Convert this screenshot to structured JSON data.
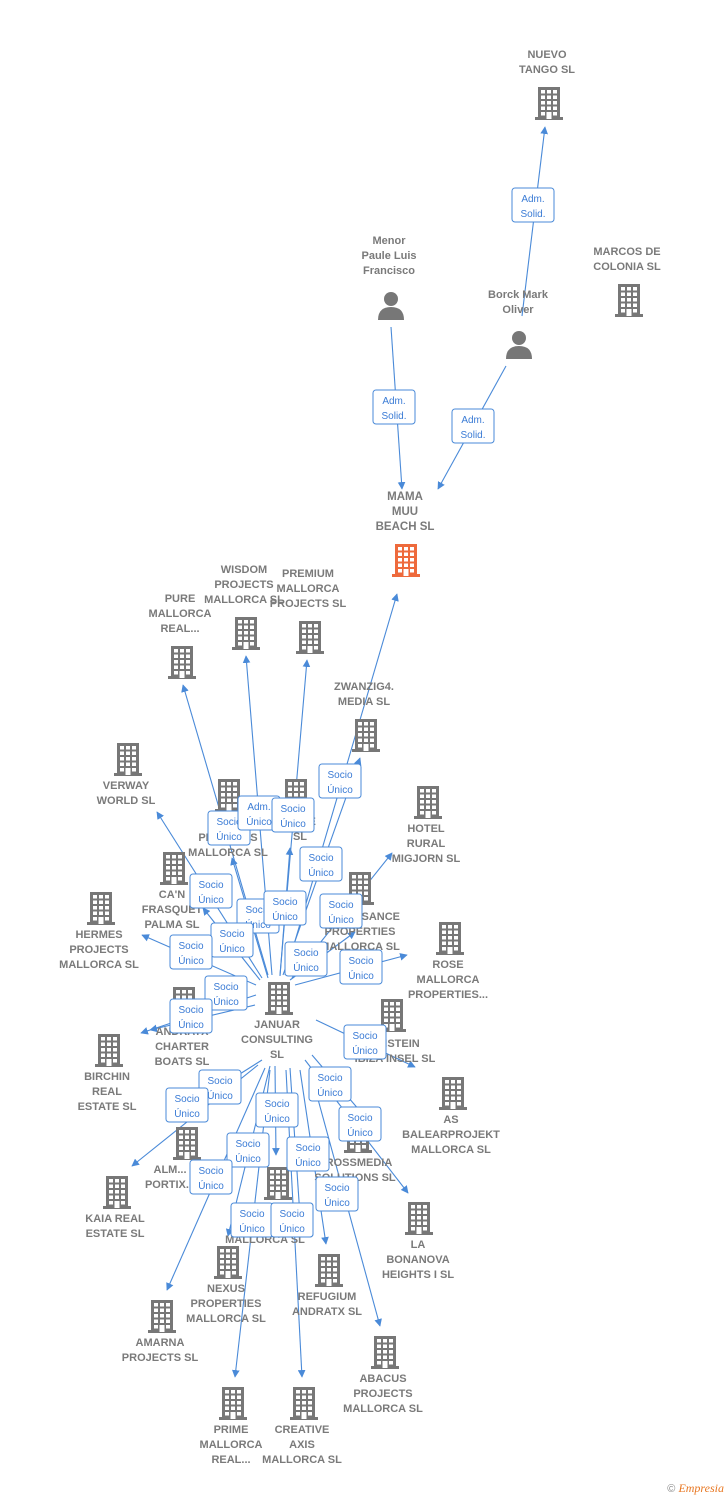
{
  "colors": {
    "edge": "#4a8ad8",
    "building": "#777777",
    "main": "#ee6a3c",
    "person": "#777777"
  },
  "nodes": [
    {
      "id": "nuevo",
      "type": "company",
      "lines": [
        "NUEVO",
        "TANGO SL"
      ]
    },
    {
      "id": "marcos",
      "type": "company",
      "lines": [
        "MARCOS DE",
        "COLONIA SL"
      ]
    },
    {
      "id": "menor",
      "type": "person",
      "lines": [
        "Menor",
        "Paule Luis",
        "Francisco"
      ]
    },
    {
      "id": "borck",
      "type": "person",
      "lines": [
        "Borck Mark",
        "Oliver"
      ]
    },
    {
      "id": "mama",
      "type": "main",
      "lines": [
        "MAMA",
        "MUU",
        "BEACH  SL"
      ]
    },
    {
      "id": "wisdom",
      "type": "company",
      "lines": [
        "WISDOM",
        "PROJECTS",
        "MALLORCA  SL"
      ]
    },
    {
      "id": "premium",
      "type": "company",
      "lines": [
        "PREMIUM",
        "MALLORCA",
        "PROJECTS  SL"
      ]
    },
    {
      "id": "pure",
      "type": "company",
      "lines": [
        "PURE",
        "MALLORCA",
        "REAL..."
      ]
    },
    {
      "id": "zwanzig",
      "type": "company",
      "lines": [
        "ZWANZIG4.",
        "MEDIA  SL"
      ]
    },
    {
      "id": "verway",
      "type": "company",
      "lines": [
        "VERWAY",
        "WORLD  SL"
      ]
    },
    {
      "id": "hotel",
      "type": "company",
      "lines": [
        "HOTEL",
        "RURAL",
        "MIGJORN  SL"
      ]
    },
    {
      "id": "inpro",
      "type": "company",
      "lines": [
        "IN",
        "PROJECTS",
        "MALLORCA  SL"
      ]
    },
    {
      "id": "sense",
      "type": "company",
      "lines": [
        "...NSE",
        "SL"
      ]
    },
    {
      "id": "canfr",
      "type": "company",
      "lines": [
        "CA'N",
        "FRASQUET",
        "PALMA  SL"
      ]
    },
    {
      "id": "renais",
      "type": "company",
      "lines": [
        "RENAISSANCE",
        "PROPERTIES",
        "MALLORCA  SL"
      ]
    },
    {
      "id": "hermes",
      "type": "company",
      "lines": [
        "HERMES",
        "PROJECTS",
        "MALLORCA  SL"
      ]
    },
    {
      "id": "rose",
      "type": "company",
      "lines": [
        "ROSE",
        "MALLORCA",
        "PROPERTIES..."
      ]
    },
    {
      "id": "andratx",
      "type": "company",
      "lines": [
        "ANDRATX",
        "CHARTER",
        "BOATS  SL"
      ]
    },
    {
      "id": "januar",
      "type": "company",
      "lines": [
        "JANUAR",
        "CONSULTING",
        "SL"
      ]
    },
    {
      "id": "stein",
      "type": "company",
      "lines": [
        "...NSTEIN",
        "IBIZA INSEL  SL"
      ]
    },
    {
      "id": "birchin",
      "type": "company",
      "lines": [
        "BIRCHIN",
        "REAL",
        "ESTATE  SL"
      ]
    },
    {
      "id": "as",
      "type": "company",
      "lines": [
        "AS",
        "BALEARPROJEKT",
        "MALLORCA  SL"
      ]
    },
    {
      "id": "alma",
      "type": "company",
      "lines": [
        "ALM...",
        "PORTIX..."
      ]
    },
    {
      "id": "crossm",
      "type": "company",
      "lines": [
        "CROSSMEDIA",
        "SOLUTIONS  SL"
      ]
    },
    {
      "id": "kaia",
      "type": "company",
      "lines": [
        "KAIA REAL",
        "ESTATE  SL"
      ]
    },
    {
      "id": "mall",
      "type": "company",
      "lines": [
        "MALLORCA  SL"
      ]
    },
    {
      "id": "labon",
      "type": "company",
      "lines": [
        "LA",
        "BONANOVA",
        "HEIGHTS I  SL"
      ]
    },
    {
      "id": "nexus",
      "type": "company",
      "lines": [
        "NEXUS",
        "PROPERTIES",
        "MALLORCA  SL"
      ]
    },
    {
      "id": "refug",
      "type": "company",
      "lines": [
        "REFUGIUM",
        "ANDRATX  SL"
      ]
    },
    {
      "id": "amarna",
      "type": "company",
      "lines": [
        "AMARNA",
        "PROJECTS  SL"
      ]
    },
    {
      "id": "abacus",
      "type": "company",
      "lines": [
        "ABACUS",
        "PROJECTS",
        "MALLORCA  SL"
      ]
    },
    {
      "id": "prime",
      "type": "company",
      "lines": [
        "PRIME",
        "MALLORCA",
        "REAL..."
      ]
    },
    {
      "id": "creative",
      "type": "company",
      "lines": [
        "CREATIVE",
        "AXIS",
        "MALLORCA  SL"
      ]
    }
  ],
  "edges": [
    {
      "from": "borck",
      "to": "nuevo",
      "label": [
        "Adm.",
        "Solid."
      ]
    },
    {
      "from": "menor",
      "to": "mama",
      "label": [
        "Adm.",
        "Solid."
      ]
    },
    {
      "from": "borck",
      "to": "mama",
      "label": [
        "Adm.",
        "Solid."
      ]
    },
    {
      "from": "januar",
      "to": "mama",
      "label": [
        "Socio",
        "Único"
      ]
    },
    {
      "from": "januar",
      "to": "pure",
      "label": [
        "Socio",
        "Único"
      ]
    },
    {
      "from": "januar",
      "to": "wisdom",
      "label": [
        "Adm.",
        "Único"
      ]
    },
    {
      "from": "januar",
      "to": "premium",
      "label": [
        "Socio",
        "Único"
      ]
    },
    {
      "from": "januar",
      "to": "zwanzig",
      "label": [
        "Socio",
        "Único"
      ]
    },
    {
      "from": "januar",
      "to": "verway",
      "label": [
        "Socio",
        "Único"
      ]
    },
    {
      "from": "januar",
      "to": "hotel",
      "label": [
        "Socio",
        "Único"
      ]
    },
    {
      "from": "januar",
      "to": "inpro",
      "label": [
        "Socio",
        "Único"
      ]
    },
    {
      "from": "januar",
      "to": "sense",
      "label": [
        "Socio",
        "Único"
      ]
    },
    {
      "from": "januar",
      "to": "canfr",
      "label": [
        "Socio",
        "Único"
      ]
    },
    {
      "from": "januar",
      "to": "renais",
      "label": [
        "Socio",
        "Único"
      ]
    },
    {
      "from": "januar",
      "to": "hermes",
      "label": [
        "Socio",
        "Único"
      ]
    },
    {
      "from": "januar",
      "to": "rose",
      "label": [
        "Socio",
        "Único"
      ]
    },
    {
      "from": "januar",
      "to": "andratx",
      "label": [
        "Socio",
        "Único"
      ]
    },
    {
      "from": "januar",
      "to": "stein",
      "label": [
        "Socio",
        "Único"
      ]
    },
    {
      "from": "januar",
      "to": "birchin",
      "label": [
        "Socio",
        "Único"
      ]
    },
    {
      "from": "januar",
      "to": "as",
      "label": [
        "Socio",
        "Único"
      ]
    },
    {
      "from": "januar",
      "to": "alma",
      "label": [
        "Socio",
        "Único"
      ]
    },
    {
      "from": "januar",
      "to": "crossm",
      "label": [
        "Socio",
        "Único"
      ]
    },
    {
      "from": "januar",
      "to": "kaia",
      "label": [
        "Socio",
        "Único"
      ]
    },
    {
      "from": "januar",
      "to": "mall",
      "label": [
        "Socio",
        "Único"
      ]
    },
    {
      "from": "januar",
      "to": "labon",
      "label": [
        "Socio",
        "Único"
      ]
    },
    {
      "from": "januar",
      "to": "nexus",
      "label": [
        "Socio",
        "Único"
      ]
    },
    {
      "from": "januar",
      "to": "refug",
      "label": [
        "Socio",
        "Único"
      ]
    },
    {
      "from": "januar",
      "to": "amarna",
      "label": [
        "Socio",
        "Único"
      ]
    },
    {
      "from": "januar",
      "to": "abacus",
      "label": [
        "Socio",
        "Único"
      ]
    },
    {
      "from": "januar",
      "to": "prime",
      "label": [
        "Socio",
        "Único"
      ]
    },
    {
      "from": "januar",
      "to": "creative",
      "label": [
        "Socio",
        "Único"
      ]
    }
  ],
  "footer": {
    "copyright": "©",
    "brand": "Empresia"
  }
}
